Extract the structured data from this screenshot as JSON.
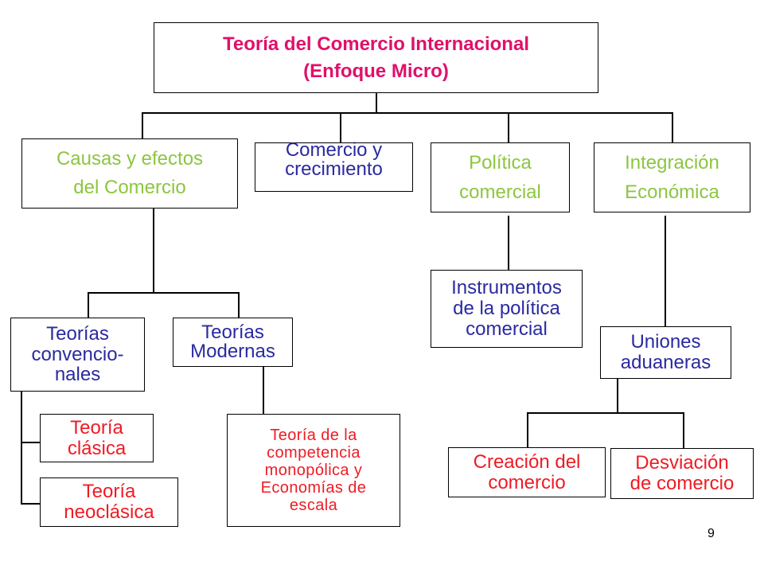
{
  "colors": {
    "title": "#e0106a",
    "green": "#8cc63f",
    "blue": "#2a2aa0",
    "red": "#ee1c24"
  },
  "nodes": {
    "root": {
      "line1": "Teoría del Comercio Internacional",
      "line2": "(Enfoque Micro)"
    },
    "causas": {
      "line1": "Causas y efectos",
      "line2": "del Comercio"
    },
    "comercio_crecimiento": {
      "line1": "Comercio y",
      "line2": "crecimiento"
    },
    "politica": {
      "line1": "Política",
      "line2": "comercial"
    },
    "integracion": {
      "line1": "Integración",
      "line2": "Económica"
    },
    "convencionales": {
      "line1": "Teorías",
      "line2": "convencio-",
      "line3": "nales"
    },
    "modernas": {
      "line1": "Teorías",
      "line2": "Modernas"
    },
    "instrumentos": {
      "line1": "Instrumentos",
      "line2": "de la política",
      "line3": "comercial"
    },
    "uniones": {
      "line1": "Uniones",
      "line2": "aduaneras"
    },
    "clasica": {
      "line1": "Teoría",
      "line2": "clásica"
    },
    "neoclasica": {
      "line1": "Teoría",
      "line2": "neoclásica"
    },
    "competencia": {
      "line1": "Teoría de la",
      "line2": "competencia",
      "line3": "monopólica y",
      "line4": "Economías de",
      "line5": "escala"
    },
    "creacion": {
      "line1": "Creación del",
      "line2": "comercio"
    },
    "desviacion": {
      "line1": "Desviación",
      "line2": "de comercio"
    }
  },
  "page_number": "9"
}
